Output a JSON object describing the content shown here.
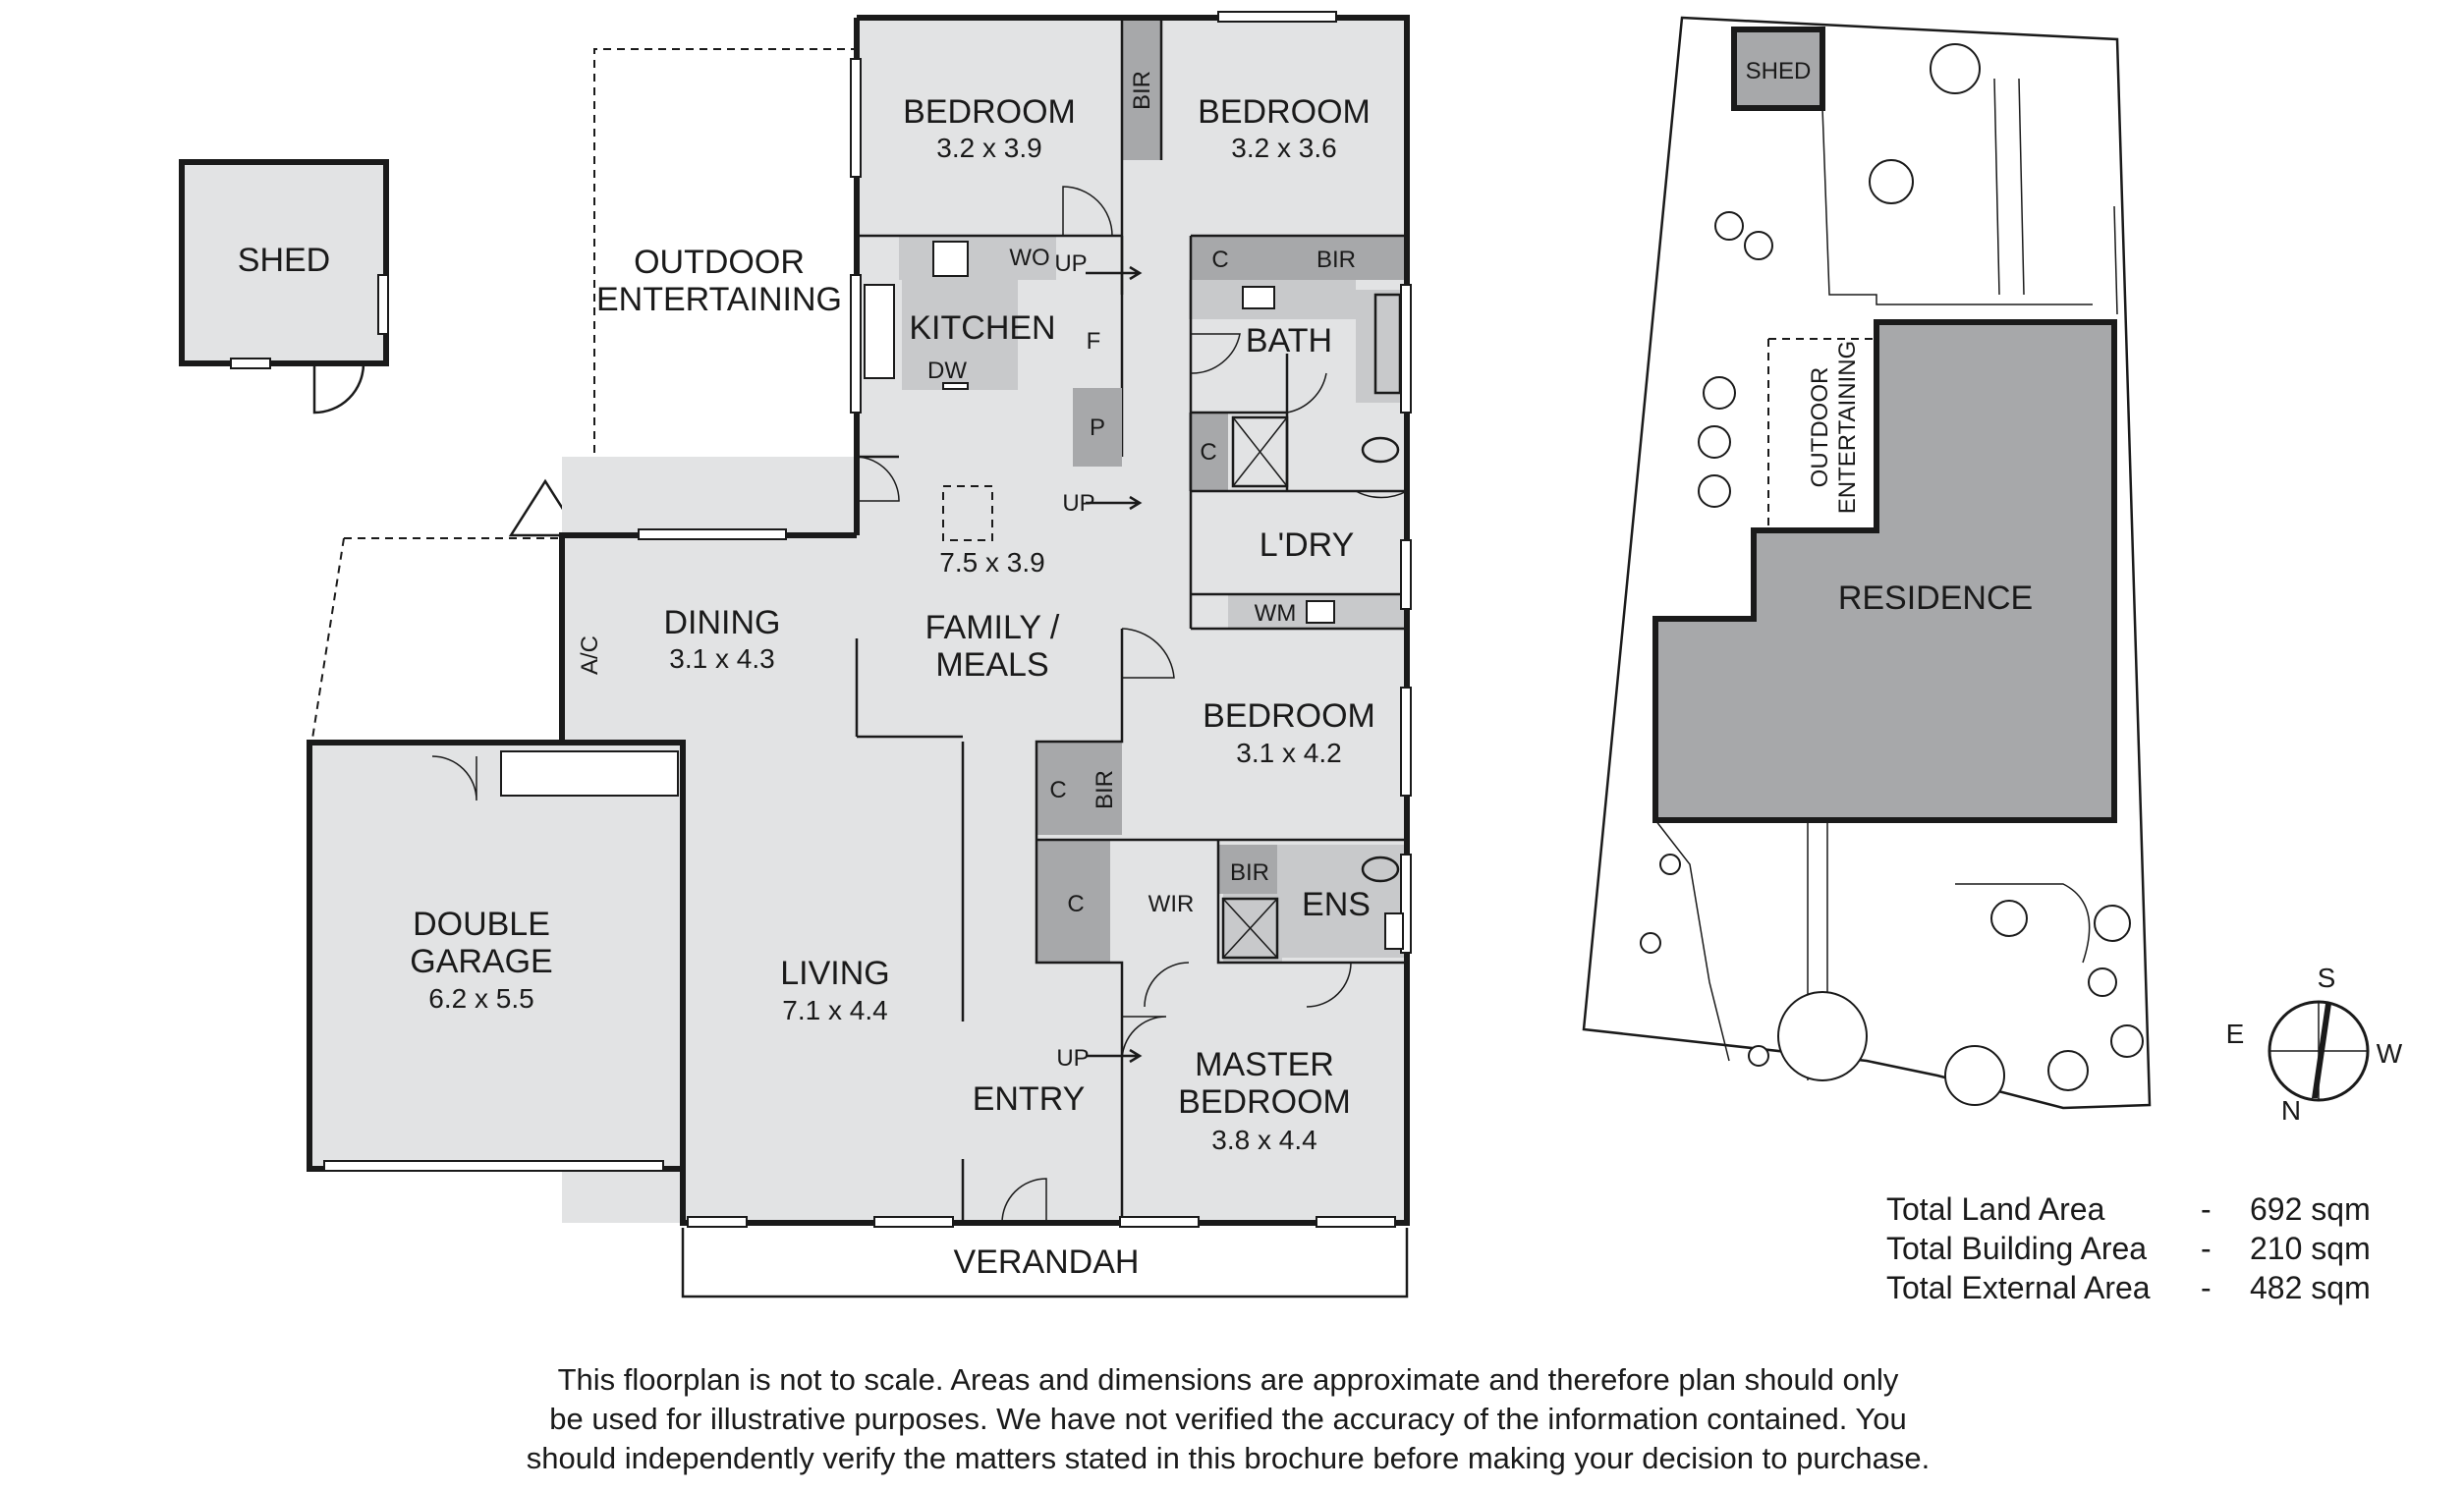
{
  "floorplan": {
    "shed": "SHED",
    "outdoor_entertaining": [
      "OUTDOOR",
      "ENTERTAINING"
    ],
    "kitchen": "KITCHEN",
    "wo": "WO",
    "dw": "DW",
    "f": "F",
    "p": "P",
    "up_labels": [
      "UP",
      "UP",
      "UP"
    ],
    "bedroom_nw": {
      "name": "BEDROOM",
      "dims": "3.2 x 3.9"
    },
    "bedroom_ne": {
      "name": "BEDROOM",
      "dims": "3.2 x 3.6"
    },
    "bir_top": "BIR",
    "c_bath": "C",
    "bir_bath": "BIR",
    "bath": "BATH",
    "c_ldry": "C",
    "ldry": "L'DRY",
    "wm": "WM",
    "family_dims": "7.5 x 3.9",
    "family": [
      "FAMILY /",
      "MEALS"
    ],
    "dining": {
      "name": "DINING",
      "dims": "3.1 x 4.3"
    },
    "ac": "A/C",
    "bedroom_e": {
      "name": "BEDROOM",
      "dims": "3.1 x 4.2"
    },
    "c_mid": "C",
    "bir_mid": "BIR",
    "c_wir": "C",
    "wir": "WIR",
    "bir_ens": "BIR",
    "ens": "ENS",
    "garage": {
      "name": [
        "DOUBLE",
        "GARAGE"
      ],
      "dims": "6.2 x 5.5"
    },
    "living": {
      "name": "LIVING",
      "dims": "7.1 x 4.4"
    },
    "entry": "ENTRY",
    "master": {
      "name": [
        "MASTER",
        "BEDROOM"
      ],
      "dims": "3.8 x 4.4"
    },
    "verandah": "VERANDAH"
  },
  "siteplan": {
    "shed": "SHED",
    "outdoor_entertaining": [
      "OUTDOOR",
      "ENTERTAINING"
    ],
    "residence": "RESIDENCE"
  },
  "compass": {
    "north": "N",
    "south": "S",
    "east": "E",
    "west": "W"
  },
  "areas": [
    {
      "label": "Total Land Area",
      "dash": "-",
      "value": "692 sqm"
    },
    {
      "label": "Total Building Area",
      "dash": "-",
      "value": "210 sqm"
    },
    {
      "label": "Total External Area",
      "dash": "-",
      "value": "482 sqm"
    }
  ],
  "disclaimer": [
    "This floorplan is not to scale. Areas and dimensions are approximate and therefore plan should only",
    "be used for illustrative purposes. We have not verified the accuracy of the information contained. You",
    "should independently verify the matters stated in this brochure before making your decision to purchase."
  ],
  "colors": {
    "room_fill": "#e2e3e4",
    "dark_fill": "#a7a8aa",
    "wall": "#1a1a1a",
    "residence_fill": "#a7a8aa"
  }
}
